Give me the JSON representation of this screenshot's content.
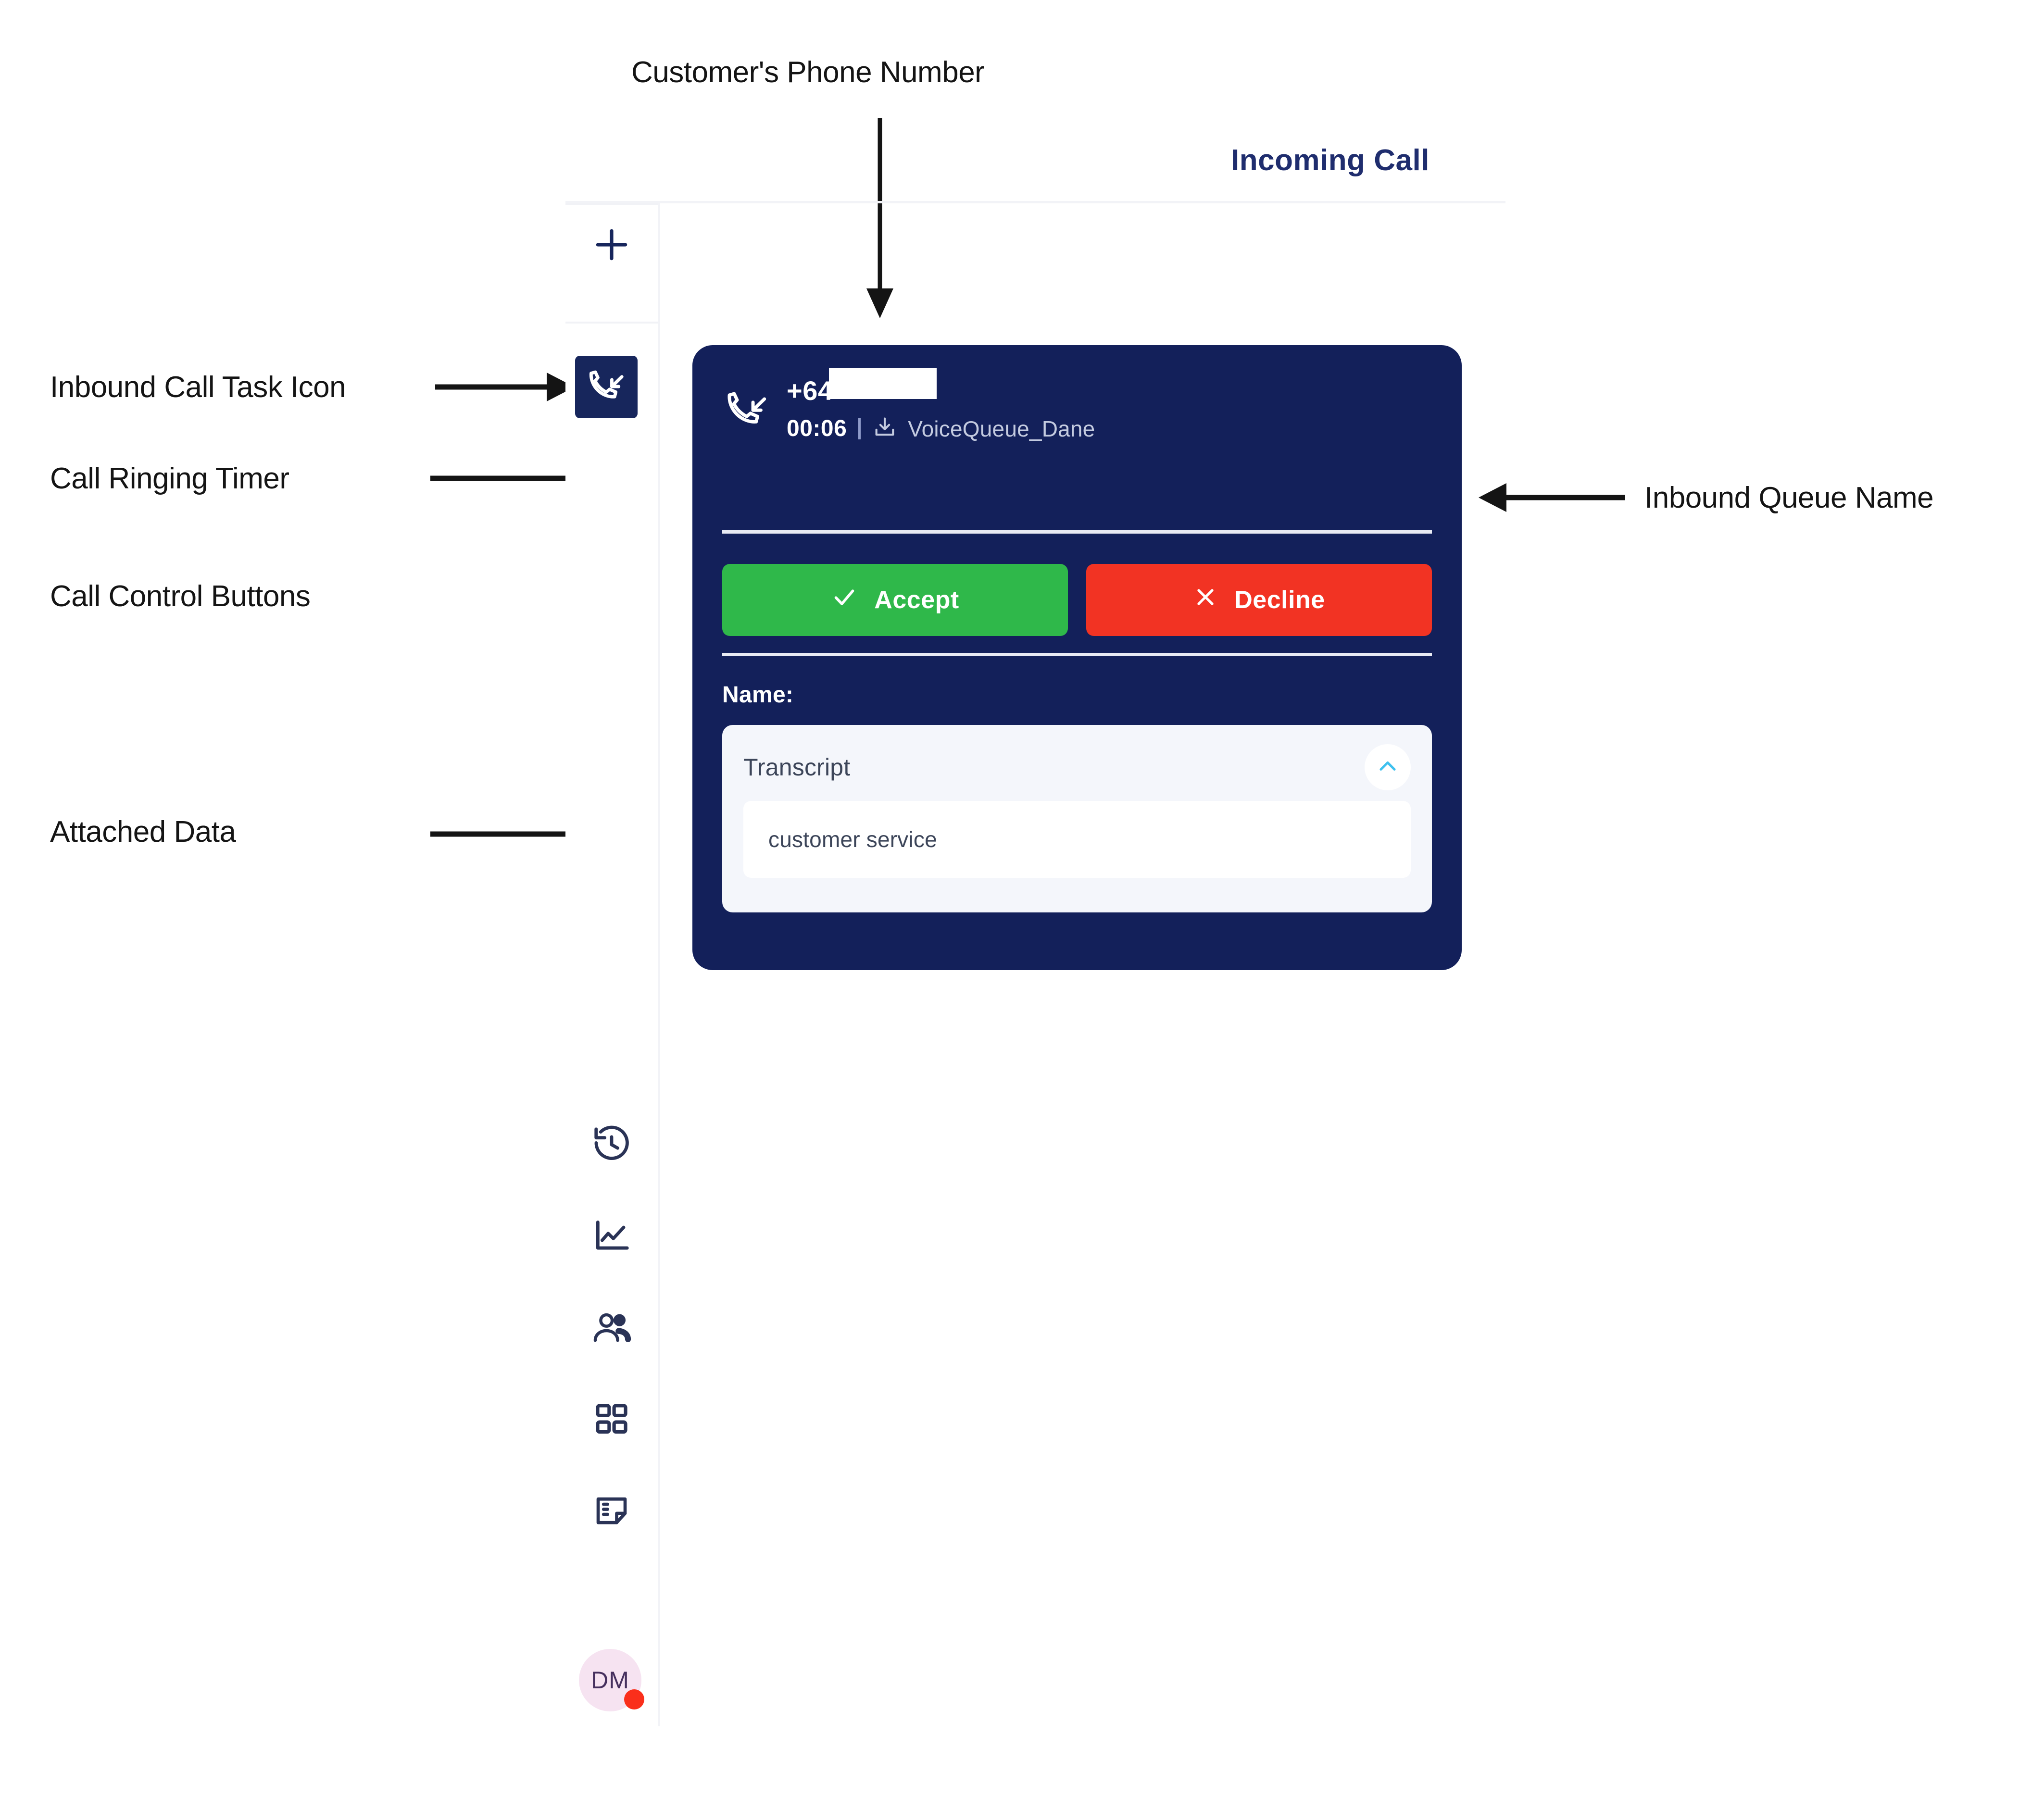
{
  "app": {
    "header_title": "Incoming Call"
  },
  "sidebar": {
    "add_label": "+",
    "items": [
      {
        "name": "add-task",
        "icon": "plus-icon"
      },
      {
        "name": "inbound-call-task",
        "icon": "inbound-call-icon",
        "active": true
      },
      {
        "name": "history",
        "icon": "history-clock-icon"
      },
      {
        "name": "analytics",
        "icon": "line-chart-icon"
      },
      {
        "name": "contacts",
        "icon": "people-icon"
      },
      {
        "name": "apps",
        "icon": "grid-apps-icon"
      },
      {
        "name": "notes",
        "icon": "note-list-icon"
      }
    ],
    "avatar": {
      "initials": "DM",
      "status_color": "#fa2f1b"
    }
  },
  "call_card": {
    "direction_icon": "inbound-call-icon",
    "phone_number": "+64",
    "phone_number_redacted": true,
    "ringing_timer": "00:06",
    "queue_icon": "inbound-tray-icon",
    "queue_name": "VoiceQueue_Dane",
    "accept_label": "Accept",
    "accept_icon": "check-icon",
    "decline_label": "Decline",
    "decline_icon": "x-icon",
    "name_label": "Name:",
    "attached_data": {
      "title": "Transcript",
      "collapse_icon": "chevron-up-icon",
      "value": "customer service"
    },
    "colors": {
      "card_bg": "#13205a",
      "accept": "#2fb84a",
      "decline": "#f23323",
      "panel_bg": "#f4f6fb",
      "chevron": "#3ec1ef"
    }
  },
  "annotations": [
    {
      "id": "phone-number",
      "label": "Customer's Phone Number"
    },
    {
      "id": "task-icon",
      "label": "Inbound Call Task Icon"
    },
    {
      "id": "ringing-timer",
      "label": "Call Ringing Timer"
    },
    {
      "id": "call-controls",
      "label": "Call Control Buttons"
    },
    {
      "id": "attached-data",
      "label": "Attached Data"
    },
    {
      "id": "queue-name",
      "label": "Inbound Queue Name"
    }
  ]
}
